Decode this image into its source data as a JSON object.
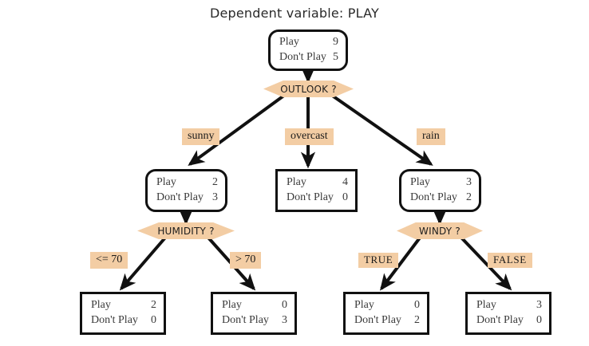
{
  "title": "Dependent variable: PLAY",
  "colors": {
    "accent": "#f3cda4",
    "node_border": "#111111",
    "edge": "#111111",
    "background": "#ffffff",
    "text": "#3a3a3a"
  },
  "labels": {
    "play": "Play",
    "dont_play": "Don't Play"
  },
  "nodes": {
    "root": {
      "play": "9",
      "dont_play": "5"
    },
    "sunny": {
      "play": "2",
      "dont_play": "3"
    },
    "overcast": {
      "play": "4",
      "dont_play": "0"
    },
    "rain": {
      "play": "3",
      "dont_play": "2"
    },
    "hum_le70": {
      "play": "2",
      "dont_play": "0"
    },
    "hum_gt70": {
      "play": "0",
      "dont_play": "3"
    },
    "windy_true": {
      "play": "0",
      "dont_play": "2"
    },
    "windy_false": {
      "play": "3",
      "dont_play": "0"
    }
  },
  "decisions": {
    "outlook": "OUTLOOK ?",
    "humidity": "HUMIDITY ?",
    "windy": "WINDY ?"
  },
  "branches": {
    "sunny": "sunny",
    "overcast": "overcast",
    "rain": "rain",
    "hum_le70": "<= 70",
    "hum_gt70": "> 70",
    "windy_true": "TRUE",
    "windy_false": "FALSE"
  },
  "chart_data": {
    "type": "diagram",
    "diagram_kind": "decision-tree",
    "title": "Dependent variable: PLAY",
    "target_variable": "PLAY",
    "class_labels": [
      "Play",
      "Don't Play"
    ],
    "tree": {
      "id": "root",
      "counts": {
        "Play": 9,
        "Don't Play": 5
      },
      "split_attribute": "OUTLOOK",
      "node_type": "internal",
      "children": [
        {
          "id": "sunny",
          "branch_label": "sunny",
          "counts": {
            "Play": 2,
            "Don't Play": 3
          },
          "split_attribute": "HUMIDITY",
          "node_type": "internal",
          "children": [
            {
              "id": "hum_le70",
              "branch_label": "<= 70",
              "counts": {
                "Play": 2,
                "Don't Play": 0
              },
              "node_type": "leaf",
              "children": []
            },
            {
              "id": "hum_gt70",
              "branch_label": "> 70",
              "counts": {
                "Play": 0,
                "Don't Play": 3
              },
              "node_type": "leaf",
              "children": []
            }
          ]
        },
        {
          "id": "overcast",
          "branch_label": "overcast",
          "counts": {
            "Play": 4,
            "Don't Play": 0
          },
          "node_type": "leaf",
          "children": []
        },
        {
          "id": "rain",
          "branch_label": "rain",
          "counts": {
            "Play": 3,
            "Don't Play": 2
          },
          "split_attribute": "WINDY",
          "node_type": "internal",
          "children": [
            {
              "id": "windy_true",
              "branch_label": "TRUE",
              "counts": {
                "Play": 0,
                "Don't Play": 2
              },
              "node_type": "leaf",
              "children": []
            },
            {
              "id": "windy_false",
              "branch_label": "FALSE",
              "counts": {
                "Play": 3,
                "Don't Play": 0
              },
              "node_type": "leaf",
              "children": []
            }
          ]
        }
      ]
    }
  }
}
